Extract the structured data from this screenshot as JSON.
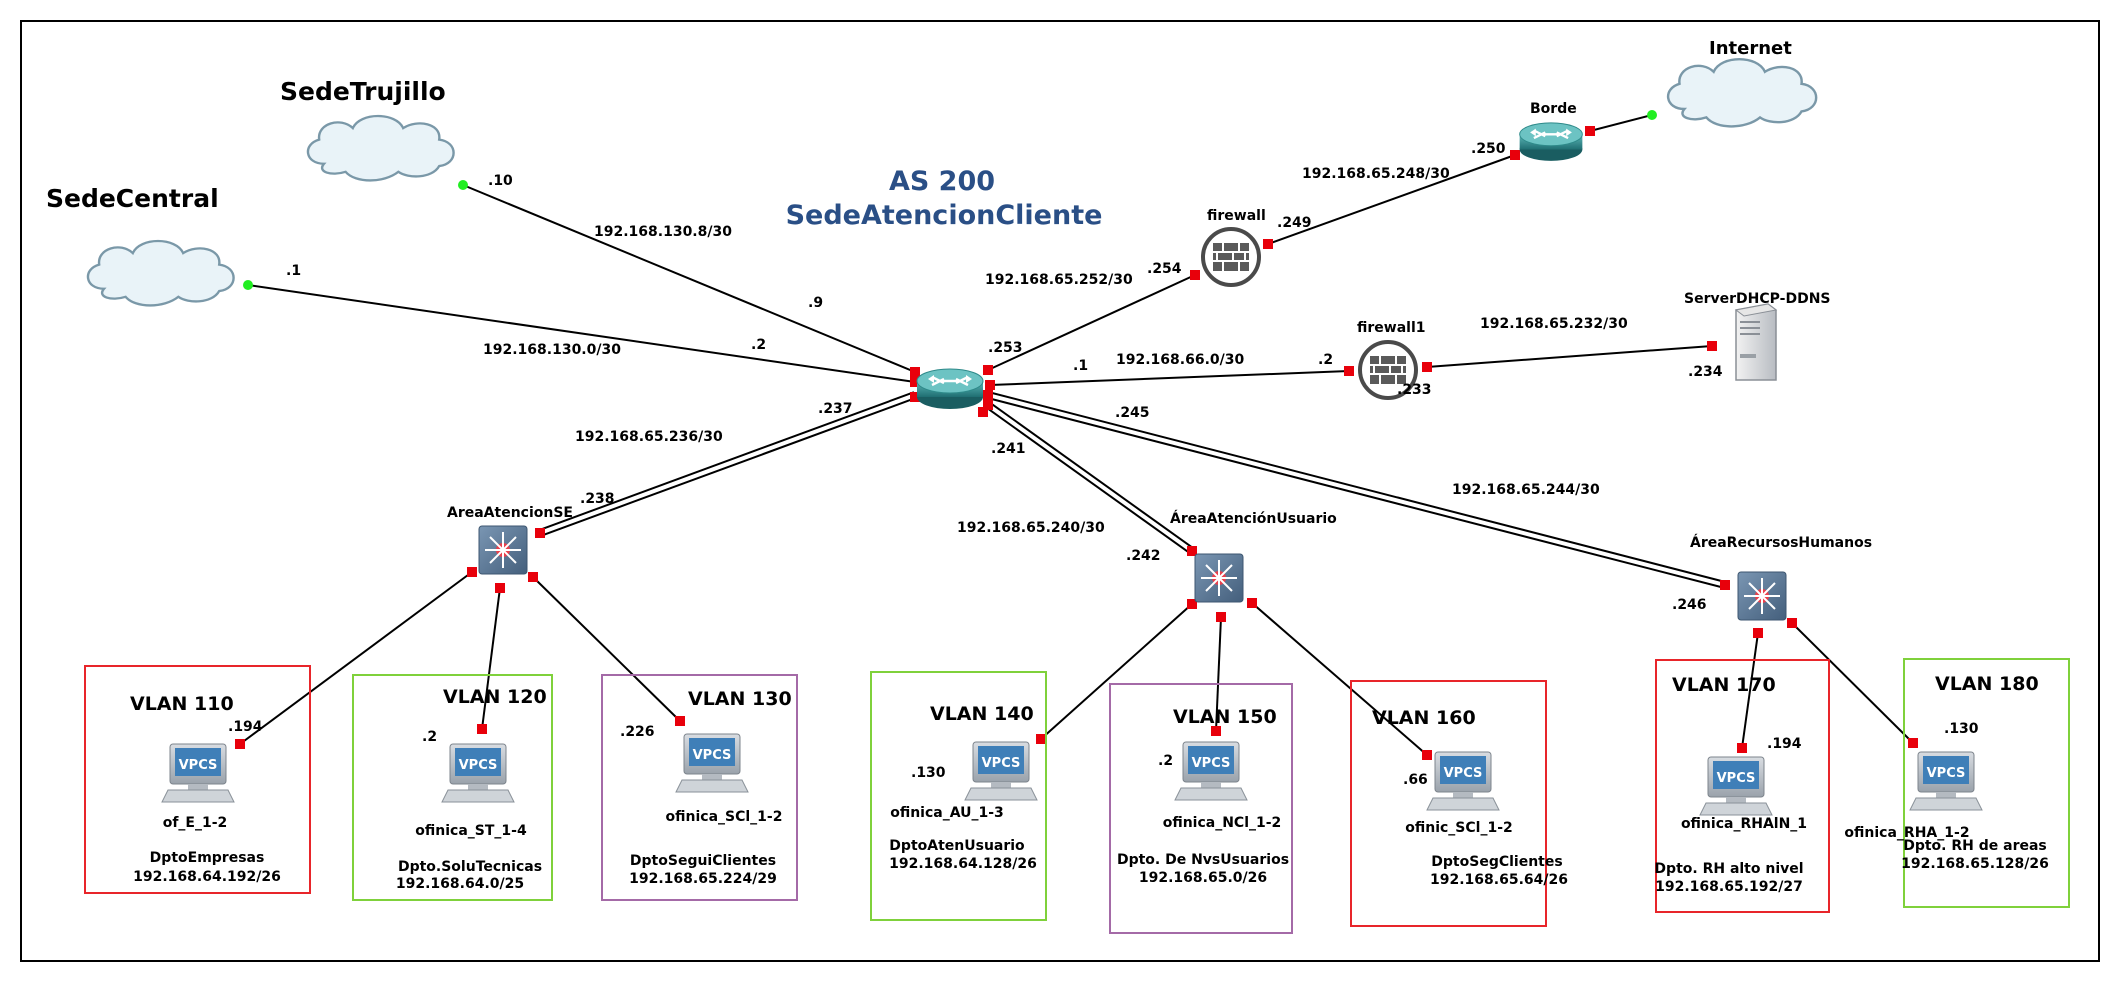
{
  "title": {
    "line1": "AS 200",
    "line2": "SedeAtencionCliente"
  },
  "sites": {
    "sede_central": "SedeCentral",
    "sede_trujillo": "SedeTrujillo",
    "internet": "Internet"
  },
  "devices": {
    "borde": "Borde",
    "firewall": "firewall",
    "firewall1": "firewall1",
    "server": "ServerDHCP-DDNS",
    "sw_se": "AreaAtencionSE",
    "sw_au": "ÁreaAtenciónUsuario",
    "sw_rh": "ÁreaRecursosHumanos"
  },
  "networks": {
    "n130_8": "192.168.130.8/30",
    "n130_0": "192.168.130.0/30",
    "n248": "192.168.65.248/30",
    "n252": "192.168.65.252/30",
    "n232": "192.168.65.232/30",
    "n66_0": "192.168.66.0/30",
    "n236": "192.168.65.236/30",
    "n240": "192.168.65.240/30",
    "n244": "192.168.65.244/30"
  },
  "ips": {
    "trujillo": ".10",
    "central": ".1",
    "r_trujillo": ".9",
    "r_central": ".2",
    "borde": ".250",
    "fw_out": ".249",
    "fw_in": ".254",
    "r_fw": ".253",
    "r_fw1": ".1",
    "fw1_in": ".2",
    "fw1_out": ".233",
    "server": ".234",
    "r_se": ".237",
    "se": ".238",
    "r_au": ".241",
    "au": ".242",
    "r_rh": ".245",
    "rh": ".246"
  },
  "vlans": [
    {
      "vlan": "VLAN 110",
      "ip": ".194",
      "pc": "of_E_1-2",
      "dept": "DptoEmpresas",
      "net": "192.168.64.192/26",
      "color": "#e8252a"
    },
    {
      "vlan": "VLAN 120",
      "ip": ".2",
      "pc": "ofinica_ST_1-4",
      "dept": "Dpto.SoluTecnicas",
      "net": "192.168.64.0/25",
      "color": "#7fd13b"
    },
    {
      "vlan": "VLAN 130",
      "ip": ".226",
      "pc": "ofinica_SCl_1-2",
      "dept": "DptoSeguiClientes",
      "net": "192.168.65.224/29",
      "color": "#a46aa7"
    },
    {
      "vlan": "VLAN 140",
      "ip": ".130",
      "pc": "ofinica_AU_1-3",
      "dept": "DptoAtenUsuario",
      "net": "192.168.64.128/26",
      "color": "#7fd13b"
    },
    {
      "vlan": "VLAN 150",
      "ip": ".2",
      "pc": "ofinica_NCl_1-2",
      "dept": "Dpto. De NvsUsuarios",
      "net": "192.168.65.0/26",
      "color": "#a46aa7"
    },
    {
      "vlan": "VLAN 160",
      "ip": ".66",
      "pc": "ofinic_SCl_1-2",
      "dept": "DptoSegClientes",
      "net": "192.168.65.64/26",
      "color": "#e8252a"
    },
    {
      "vlan": "VLAN 170",
      "ip": ".194",
      "pc": "ofinica_RHAlN_1",
      "dept": "Dpto. RH alto nivel",
      "net": "192.168.65.192/27",
      "color": "#e8252a"
    },
    {
      "vlan": "VLAN 180",
      "ip": ".130",
      "pc": "ofinica_RHA_1-2",
      "dept": "Dpto. RH de areas",
      "net": "192.168.65.128/26",
      "color": "#7fd13b"
    }
  ],
  "icons": {
    "vpcs": "VPCS",
    "router": "router-icon",
    "switch": "switch-icon",
    "firewall": "firewall-icon",
    "cloud": "cloud-icon",
    "server": "server-icon"
  },
  "colors": {
    "title": "#2a4f86",
    "link": "#000000",
    "port": "#e8000b",
    "port_up": "#22ee22",
    "router": "#2e8a8a",
    "switch": "#5b7a99"
  }
}
